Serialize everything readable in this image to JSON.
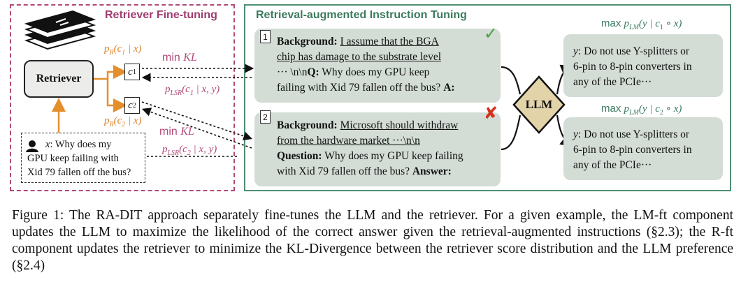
{
  "left_panel": {
    "title": "Retriever Fine-tuning",
    "retriever_label": "Retriever",
    "c1": "c",
    "c1_sub": "1",
    "c2": "c",
    "c2_sub": "2",
    "pr1": "p",
    "pr1_sub": "R",
    "pr1_args": "(c",
    "pr1_args_sub": "1",
    "pr1_args_end": " | x)",
    "pr2": "p",
    "pr2_sub": "R",
    "pr2_args": "(c",
    "pr2_args_sub": "2",
    "pr2_args_end": " | x)",
    "minkl1_a": "min ",
    "minkl1_b": "KL",
    "minkl2_a": "min ",
    "minkl2_b": "KL",
    "plsr1": "p",
    "plsr1_sub": "LSR",
    "plsr1_args": "(c",
    "plsr1_args_sub": "1",
    "plsr1_args_end": " | x, y)",
    "plsr2": "p",
    "plsr2_sub": "LSR",
    "plsr2_args": "(c",
    "plsr2_args_sub": "2",
    "plsr2_args_end": " | x, y)",
    "query_var": "x",
    "query_text_1": ": Why does my",
    "query_text_2": "GPU keep failing with",
    "query_text_3": "Xid 79 fallen off the bus?"
  },
  "right_panel": {
    "title": "Retrieval-augmented Instruction Tuning",
    "llm_label": "LLM",
    "instr1": {
      "num": "1",
      "bg_label": "Background:",
      "bg_text_1": "I assume that the BGA",
      "bg_text_2": "chip has damage to the substrate level",
      "line3_pre": "··· \\n\\n",
      "q_label": "Q:",
      "line3_post": " Why does my GPU keep",
      "line4": "failing with Xid 79 fallen off the bus?",
      "a_label": "A:"
    },
    "instr2": {
      "num": "2",
      "bg_label": "Background:",
      "bg_text_1": "Microsoft should withdraw",
      "bg_text_2": "from the hardware market ···\\n\\n",
      "q_label": "Question:",
      "line3_post": " Why does my GPU keep failing",
      "line4": "with Xid 79 fallen off the bus?",
      "a_label": "Answer:"
    },
    "max1": {
      "prefix": "max ",
      "p": "p",
      "sub": "LM",
      "args_a": "(y | c",
      "args_sub": "1",
      "args_b": " ∘ x)"
    },
    "max2": {
      "prefix": "max ",
      "p": "p",
      "sub": "LM",
      "args_a": "(y | c",
      "args_sub": "2",
      "args_b": " ∘ x)"
    },
    "answer1": {
      "var": "y",
      "line1": ": Do not use Y-splitters or",
      "line2": "6-pin to 8-pin converters in",
      "line3": "any of the PCIe···"
    },
    "answer2": {
      "var": "y",
      "line1": ": Do not use Y-splitters or",
      "line2": "6-pin to 8-pin converters in",
      "line3": "any of the PCIe···"
    },
    "check_mark": "✓",
    "cross_mark": "✘"
  },
  "caption": "Figure 1: The RA-DIT approach separately fine-tunes the LLM and the retriever. For a given example, the LM-ft component updates the LLM to maximize the likelihood of the correct answer given the retrieval-augmented instructions (§2.3); the R-ft component updates the retriever to minimize the KL-Divergence between the retriever score distribution and the LLM preference (§2.4)",
  "colors": {
    "left_panel_border": "#b04a78",
    "right_panel_border": "#4f8e72",
    "arrow_orange": "#e58e2c",
    "check_green": "#4aa044",
    "cross_red": "#d6321e",
    "llm_fill": "#e3d3a9",
    "box_fill": "#d3dcd5"
  },
  "icons": [
    "document-stack-icon",
    "user-icon",
    "check-icon",
    "cross-icon"
  ]
}
